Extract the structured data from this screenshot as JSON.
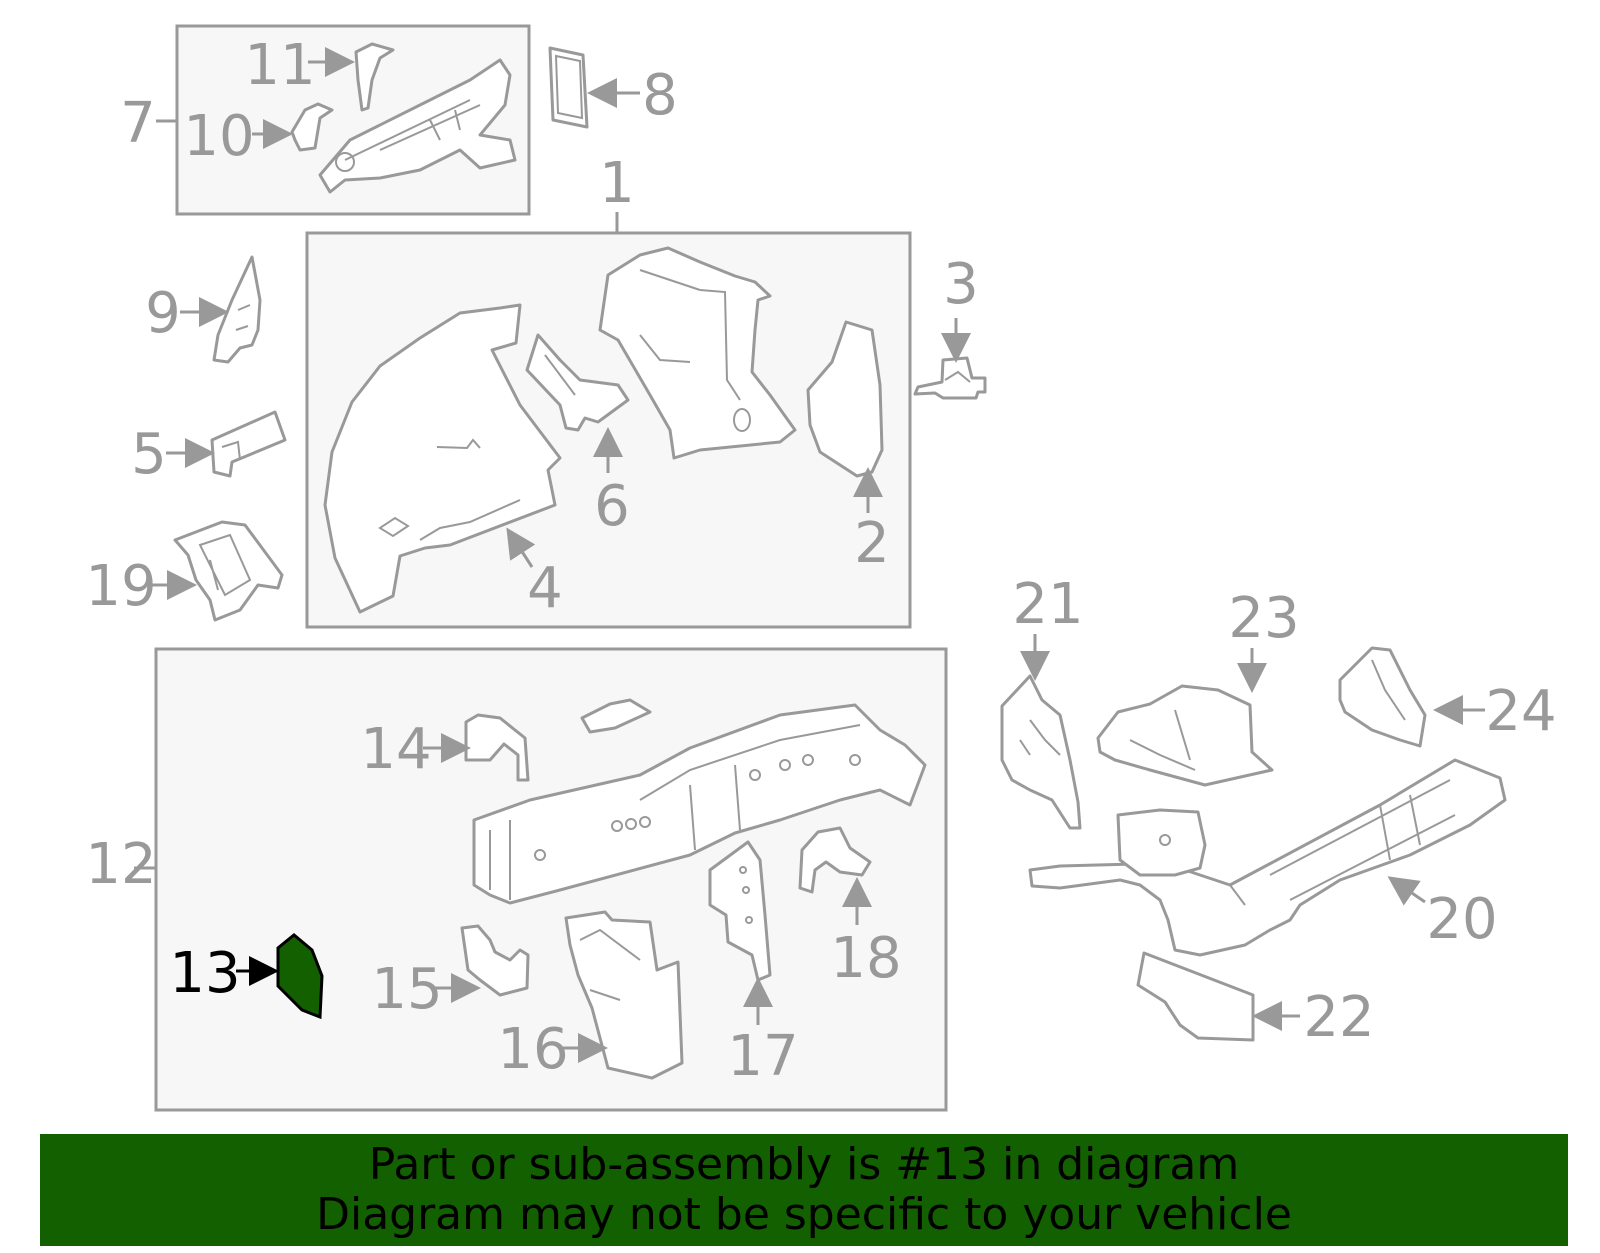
{
  "callouts": {
    "c1": "1",
    "c2": "2",
    "c3": "3",
    "c4": "4",
    "c5": "5",
    "c6": "6",
    "c7": "7",
    "c8": "8",
    "c9": "9",
    "c10": "10",
    "c11": "11",
    "c12": "12",
    "c13": "13",
    "c14": "14",
    "c15": "15",
    "c16": "16",
    "c17": "17",
    "c18": "18",
    "c19": "19",
    "c20": "20",
    "c21": "21",
    "c22": "22",
    "c23": "23",
    "c24": "24"
  },
  "highlight": {
    "part": "13",
    "fill_color": "#136000"
  },
  "banner": {
    "line1": "Part or sub-assembly is #13 in diagram",
    "line2": "Diagram may not be specific to your vehicle",
    "background_color": "#136000"
  },
  "colors": {
    "line": "#999999",
    "box_fill": "#f7f7f7"
  }
}
